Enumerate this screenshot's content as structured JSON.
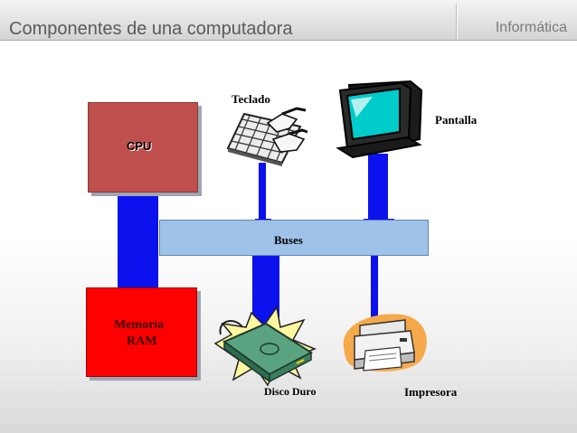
{
  "header": {
    "title": "Componentes de una computadora",
    "subject": "Informática"
  },
  "diagram": {
    "cpu_label": "CPU",
    "ram_label_line1": "Memoria",
    "ram_label_line2": "RAM",
    "bus_label": "Buses",
    "devices": {
      "keyboard": "Teclado",
      "monitor": "Pantalla",
      "disk": "Disco Duro",
      "printer": "Impresora"
    }
  },
  "colors": {
    "cpu_fill": "#c0504d",
    "ram_fill": "#ff0000",
    "bus_fill": "#9fc2e8",
    "connector": "#0b12ee",
    "monitor_screen": "#00cccc"
  },
  "icons": [
    "keyboard-icon",
    "monitor-icon",
    "hard-disk-icon",
    "printer-icon"
  ]
}
